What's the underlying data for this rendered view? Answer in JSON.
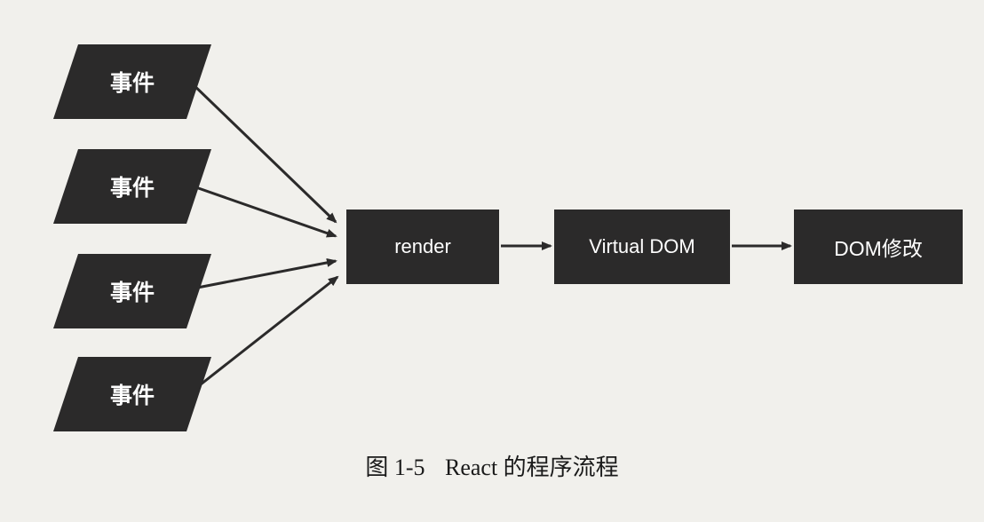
{
  "figure": {
    "events": [
      {
        "label": "事件"
      },
      {
        "label": "事件"
      },
      {
        "label": "事件"
      },
      {
        "label": "事件"
      }
    ],
    "render_label": "render",
    "vdom_label": "Virtual DOM",
    "dom_label": "DOM修改",
    "caption_number": "图 1-5",
    "caption_title": "React 的程序流程"
  },
  "colors": {
    "box_fill": "#2b2a2a",
    "arrow": "#2b2a2a",
    "paper": "#f1f0ec"
  }
}
